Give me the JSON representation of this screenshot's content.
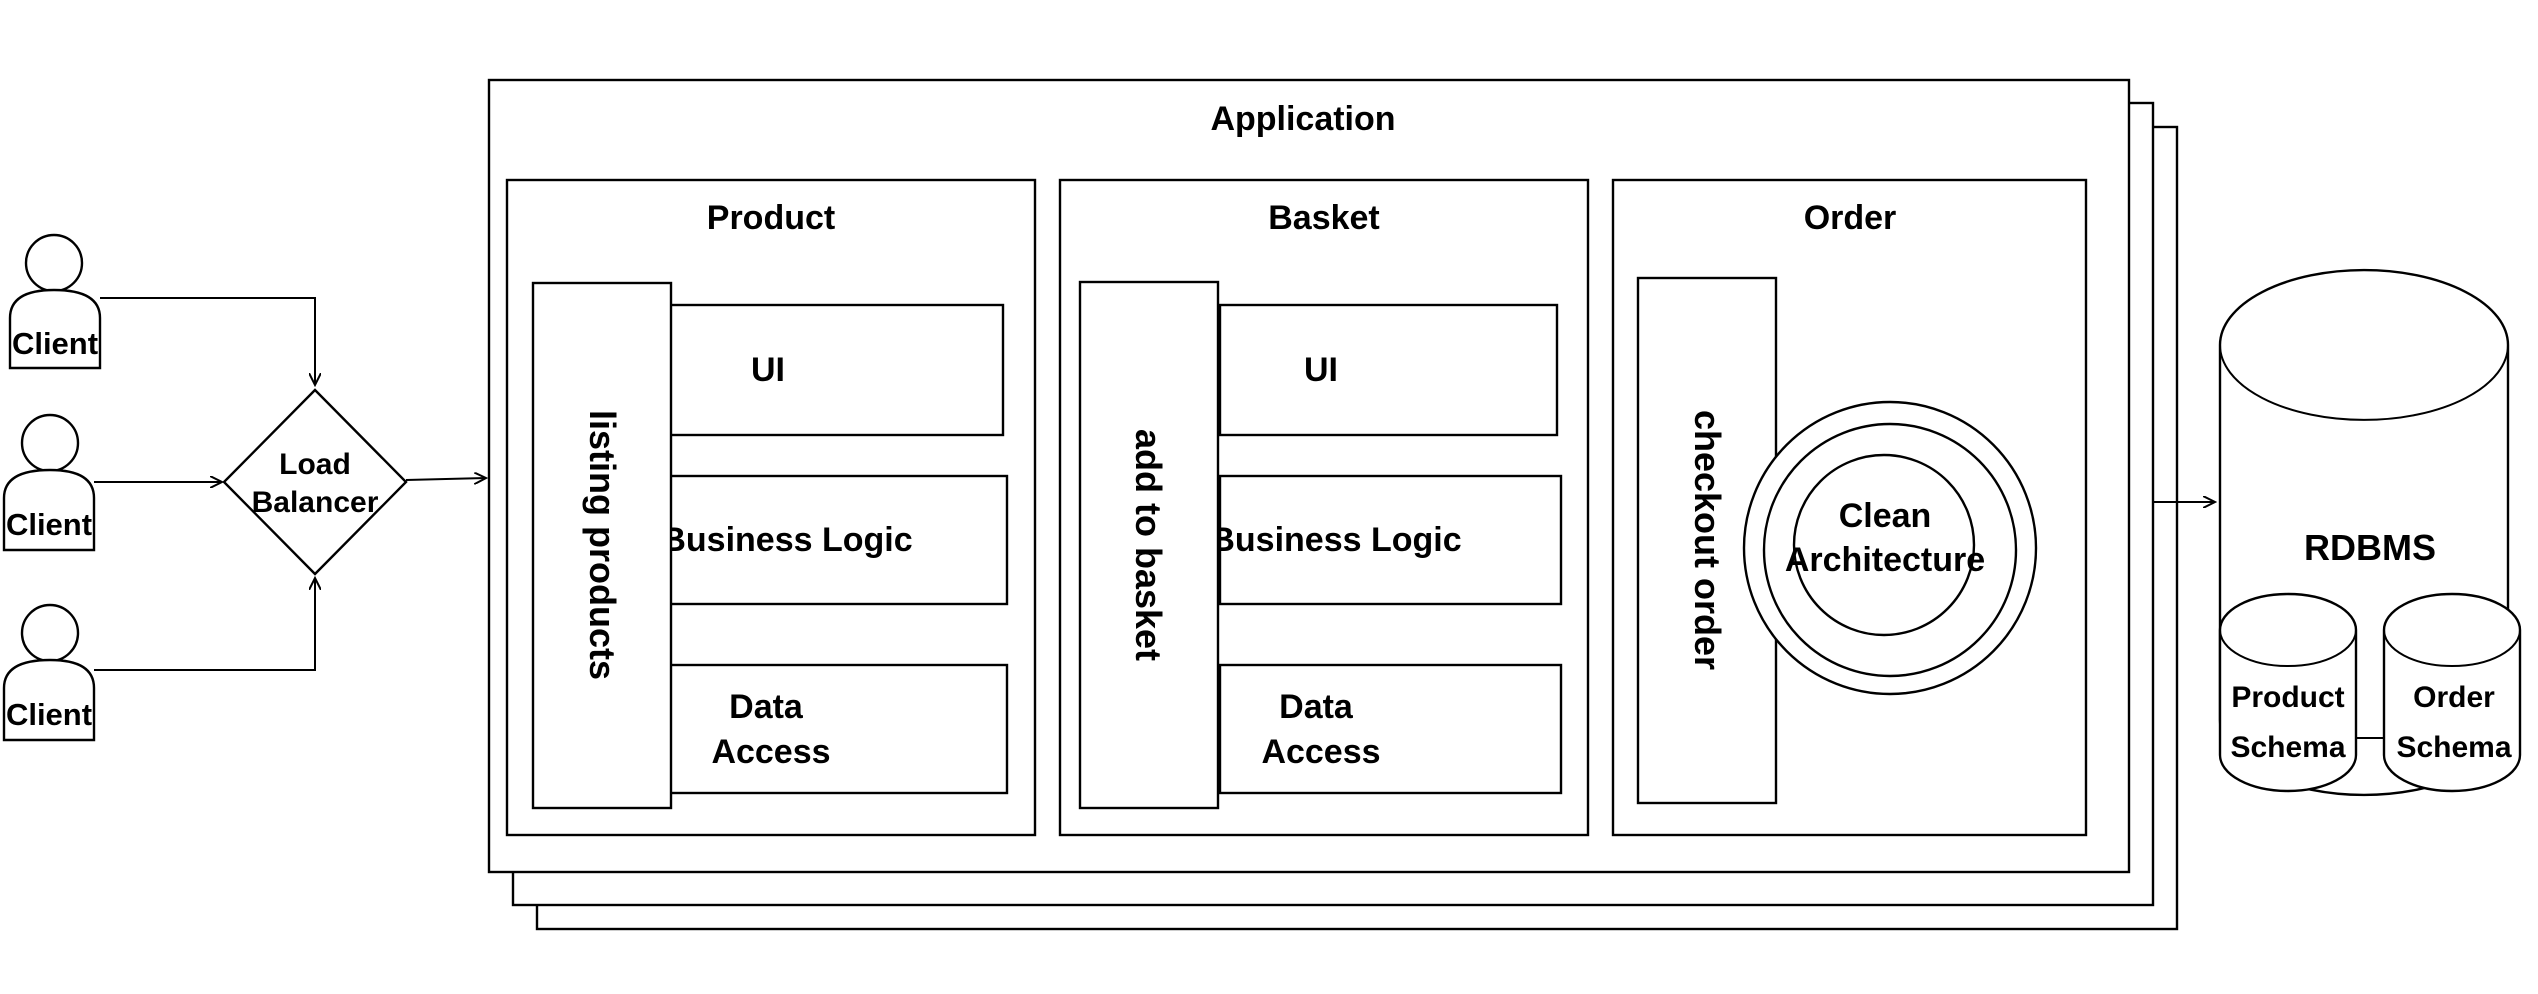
{
  "clients": [
    {
      "label": "Client"
    },
    {
      "label": "Client"
    },
    {
      "label": "Client"
    }
  ],
  "load_balancer": {
    "line1": "Load",
    "line2": "Balancer"
  },
  "application": {
    "title": "Application"
  },
  "modules": {
    "product": {
      "title": "Product",
      "vertical": "listing products",
      "layers": {
        "ui": "UI",
        "logic": "Business Logic",
        "data1": "Data",
        "data2": "Access"
      }
    },
    "basket": {
      "title": "Basket",
      "vertical": "add to basket",
      "layers": {
        "ui": "UI",
        "logic": "Business Logic",
        "data1": "Data",
        "data2": "Access"
      }
    },
    "order": {
      "title": "Order",
      "vertical": "checkout order",
      "clean1": "Clean",
      "clean2": "Architecture"
    }
  },
  "database": {
    "title": "RDBMS",
    "schemas": [
      {
        "line1": "Product",
        "line2": "Schema"
      },
      {
        "line1": "Order",
        "line2": "Schema"
      }
    ]
  },
  "colors": {
    "stroke": "#000000",
    "background": "#ffffff"
  }
}
